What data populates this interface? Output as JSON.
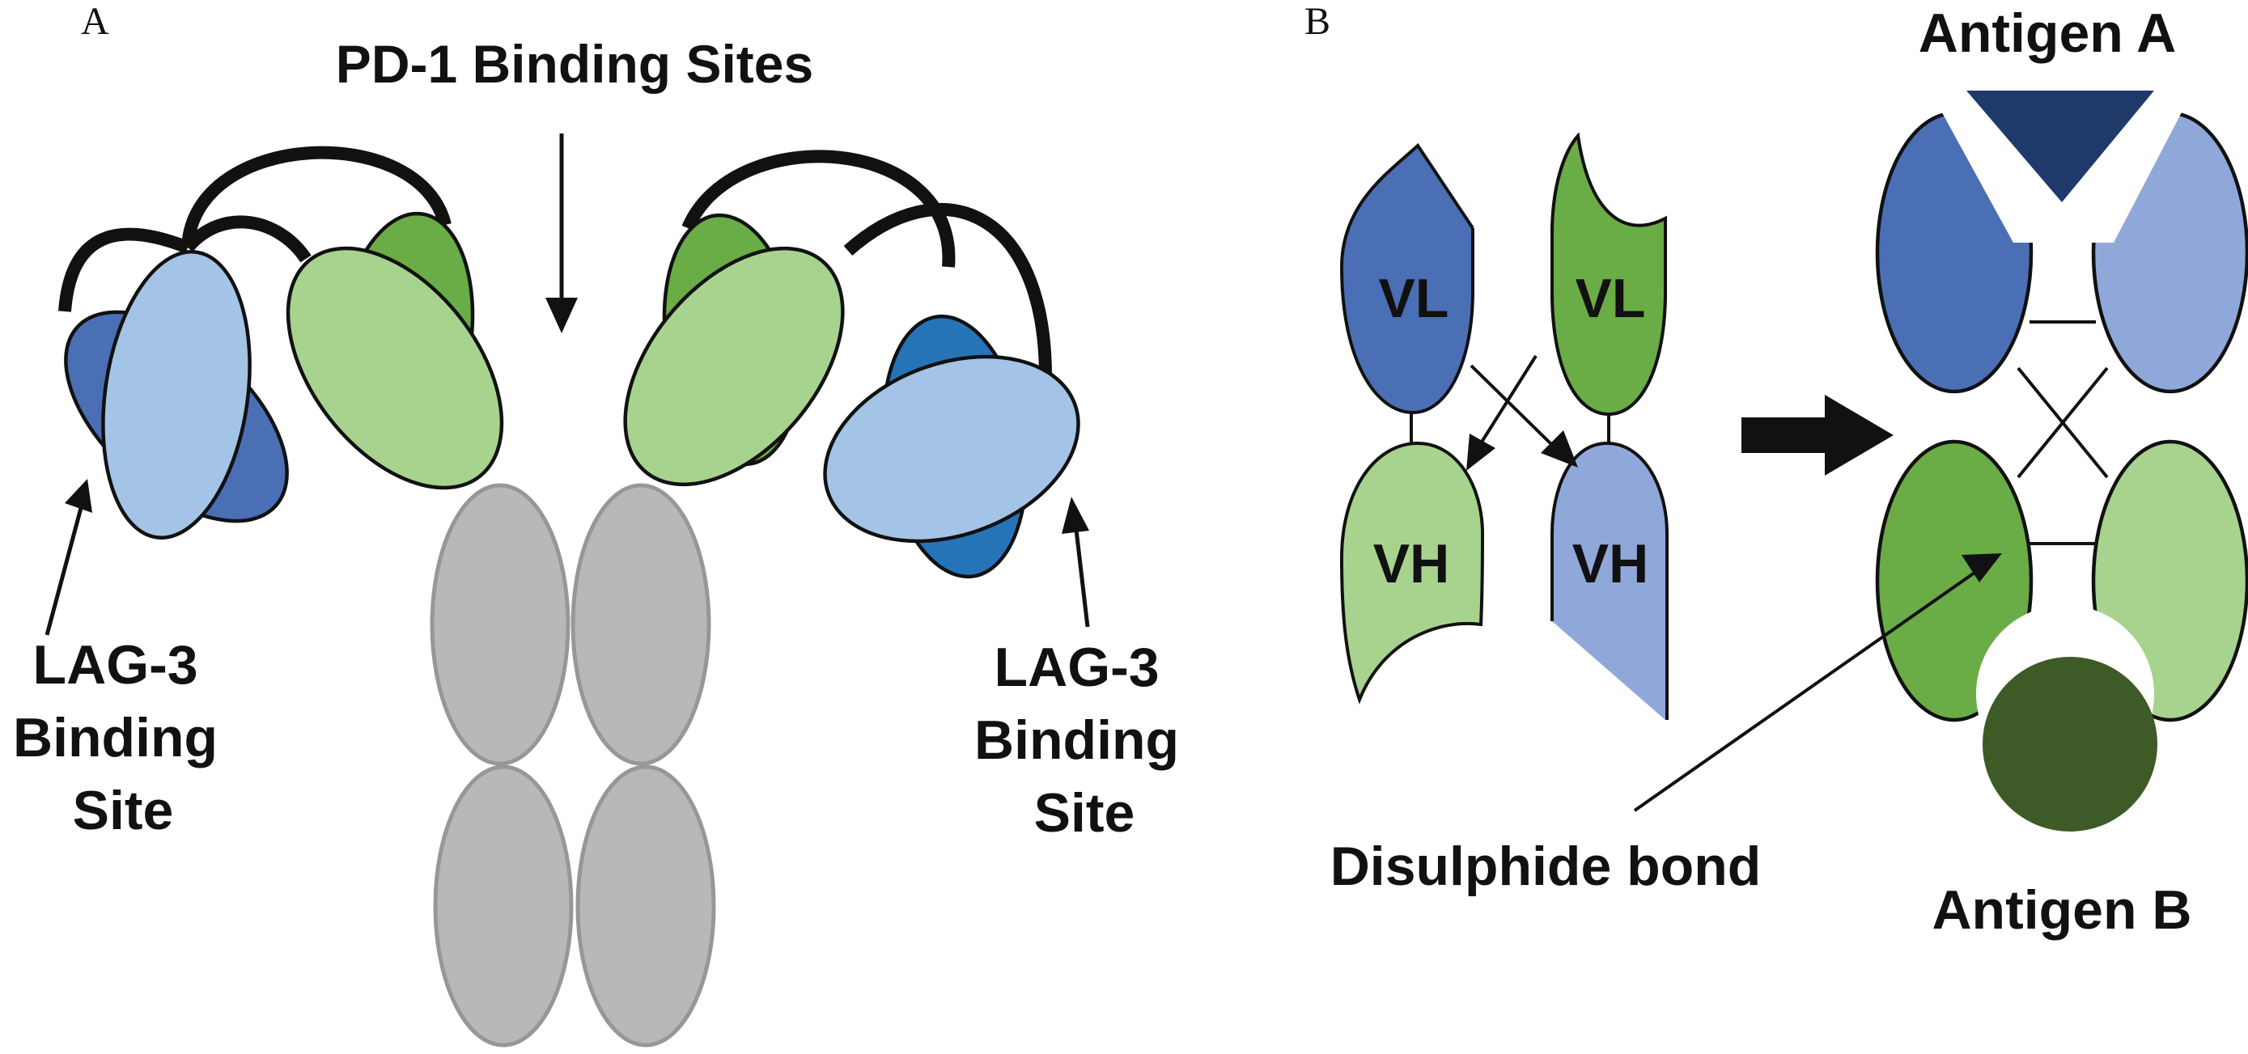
{
  "panel_a": {
    "panel_label": "A",
    "pd1_label": "PD-1 Binding Sites",
    "lag3_left": [
      "LAG-3",
      "Binding",
      "Site"
    ],
    "lag3_right": [
      "LAG-3",
      "Binding",
      "Site"
    ]
  },
  "panel_b": {
    "panel_label": "B",
    "vl_left": "VL",
    "vl_right": "VL",
    "vh_left": "VH",
    "vh_right": "VH",
    "antigen_a": "Antigen A",
    "antigen_b": "Antigen B",
    "disulphide": "Disulphide bond"
  },
  "colors": {
    "dark_blue": "#4a6fb5",
    "light_blue": "#a3c4e6",
    "periwinkle": "#8fa8d9",
    "mid_blue": "#2674b8",
    "green": "#6aac45",
    "light_green": "#a7d38e",
    "gray": "#b8b8b8",
    "navy": "#1f3a6a",
    "dark_green": "#3d5a27"
  }
}
